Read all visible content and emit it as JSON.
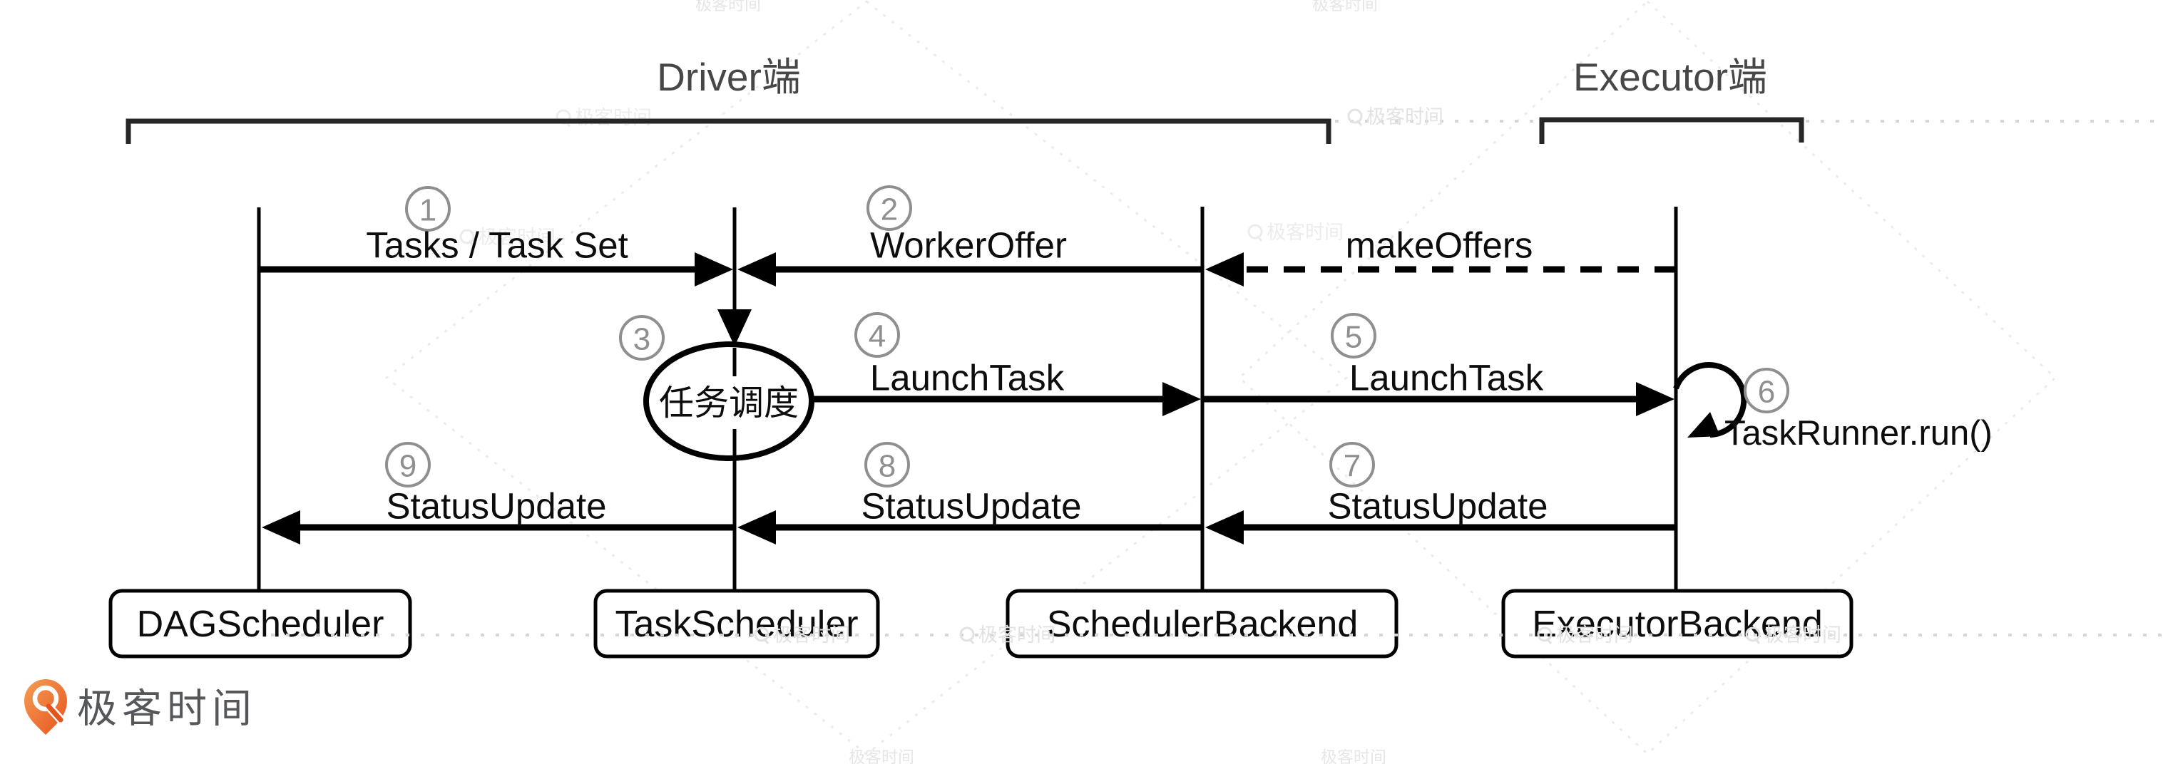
{
  "regions": {
    "driver_label": "Driver端",
    "executor_label": "Executor端"
  },
  "components": {
    "dag": "DAGScheduler",
    "task": "TaskScheduler",
    "sched": "SchedulerBackend",
    "exec": "ExecutorBackend"
  },
  "messages": {
    "m1": {
      "num": "1",
      "label": "Tasks / Task Set"
    },
    "m2": {
      "num": "2",
      "label": "WorkerOffer"
    },
    "make_offers": {
      "label": "makeOffers"
    },
    "m3": {
      "num": "3",
      "label": "任务调度"
    },
    "m4": {
      "num": "4",
      "label": "LaunchTask"
    },
    "m5": {
      "num": "5",
      "label": "LaunchTask"
    },
    "m6": {
      "num": "6",
      "label": "TaskRunner.run()"
    },
    "m7": {
      "num": "7",
      "label": "StatusUpdate"
    },
    "m8": {
      "num": "8",
      "label": "StatusUpdate"
    },
    "m9": {
      "num": "9",
      "label": "StatusUpdate"
    }
  },
  "brand": {
    "logo_text": "极客时间"
  },
  "watermark": {
    "text": "极客时间"
  },
  "colors": {
    "line": "#000000",
    "text": "#0d0d0d",
    "region_label": "#474747",
    "step_number": "#8f8f8f",
    "logo_orange": "#ED6A1C",
    "logo_text_gray": "#55575A",
    "watermark_gray": "#e2e2e2"
  }
}
